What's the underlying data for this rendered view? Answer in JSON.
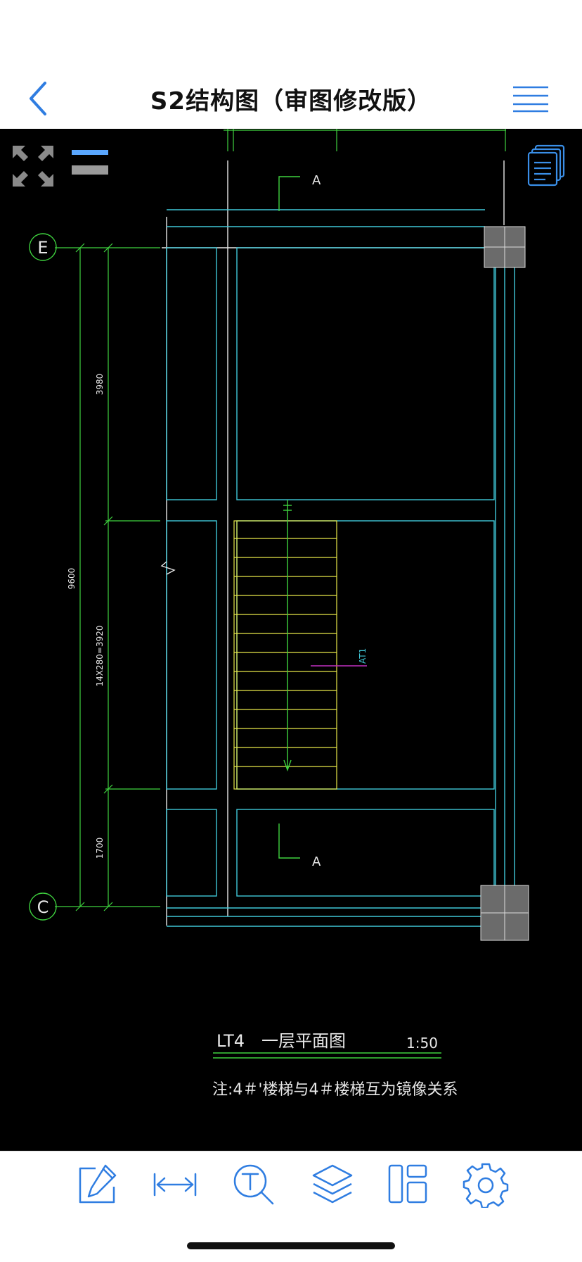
{
  "header": {
    "title": "S2结构图（审图修改版）",
    "back_icon": "chevron-left-icon",
    "menu_icon": "hamburger-menu-icon"
  },
  "drawing": {
    "section_marker_top": "A",
    "section_marker_bottom": "A",
    "axis_top": "E",
    "axis_bottom": "C",
    "dim_total": "9600",
    "dim_top": "3980",
    "dim_middle": "14X280=3920",
    "dim_bottom": "1700",
    "stair_tag": "AT1",
    "title_label": "LT4",
    "title_name": "一层平面图",
    "scale": "1:50",
    "note": "注:4＃'楼梯与4＃楼梯互为镜像关系"
  },
  "overlay": {
    "fit_icon": "fit-screen-icon",
    "layers_toggle_icon": "layer-lines-icon",
    "documents_icon": "documents-stack-icon"
  },
  "toolbar": {
    "items": [
      "edit-icon",
      "measure-icon",
      "text-search-icon",
      "layers-icon",
      "layout-icon",
      "settings-icon"
    ]
  },
  "colors": {
    "accent": "#2f7de1",
    "cad_cyan": "#40c8d8",
    "cad_green": "#3fd33f",
    "cad_yellow": "#e8e84a",
    "cad_white": "#e8e8e8",
    "cad_magenta": "#c030c0",
    "column_gray": "#6b6b6b"
  }
}
